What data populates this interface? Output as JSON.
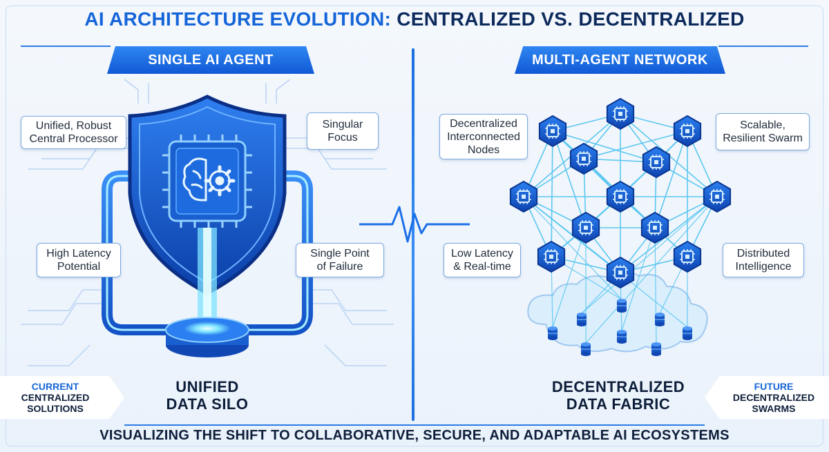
{
  "header": {
    "title_part1": "AI ARCHITECTURE EVOLUTION:",
    "title_part2": "CENTRALIZED VS. DECENTRALIZED"
  },
  "left_panel": {
    "banner": "SINGLE AI AGENT",
    "callouts": [
      {
        "line1": "Unified, Robust",
        "line2": "Central Processor"
      },
      {
        "line1": "Singular",
        "line2": "Focus"
      },
      {
        "line1": "High Latency",
        "line2": "Potential"
      },
      {
        "line1": "Single Point",
        "line2": "of Failure"
      }
    ],
    "label": {
      "line1": "UNIFIED",
      "line2": "DATA SILO"
    },
    "tag": {
      "line1": "CURRENT",
      "line2": "CENTRALIZED",
      "line3": "SOLUTIONS"
    }
  },
  "right_panel": {
    "banner": "MULTI-AGENT NETWORK",
    "callouts": [
      {
        "line1": "Decentralized",
        "line2": "Interconnected",
        "line3": "Nodes"
      },
      {
        "line1": "Scalable,",
        "line2": "Resilient Swarm"
      },
      {
        "line1": "Low Latency",
        "line2": "& Real-time"
      },
      {
        "line1": "Distributed",
        "line2": "Intelligence"
      }
    ],
    "label": {
      "line1": "DECENTRALIZED",
      "line2": "DATA FABRIC"
    },
    "tag": {
      "line1": "FUTURE",
      "line2": "DECENTRALIZED",
      "line3": "SWARMS"
    }
  },
  "footer": {
    "text": "VISUALIZING THE SHIFT TO COLLABORATIVE, SECURE, AND ADAPTABLE AI ECOSYSTEMS"
  },
  "colors": {
    "accent": "#1565d8",
    "dark_text": "#0d2a5c",
    "network_line": "#4cc3f0",
    "node_fill": "#1556c4"
  },
  "icons": {
    "central": "brain-gear-chip-icon",
    "node": "chip-icon",
    "database": "database-cylinder-icon",
    "pulse": "heartbeat-pulse-icon"
  }
}
